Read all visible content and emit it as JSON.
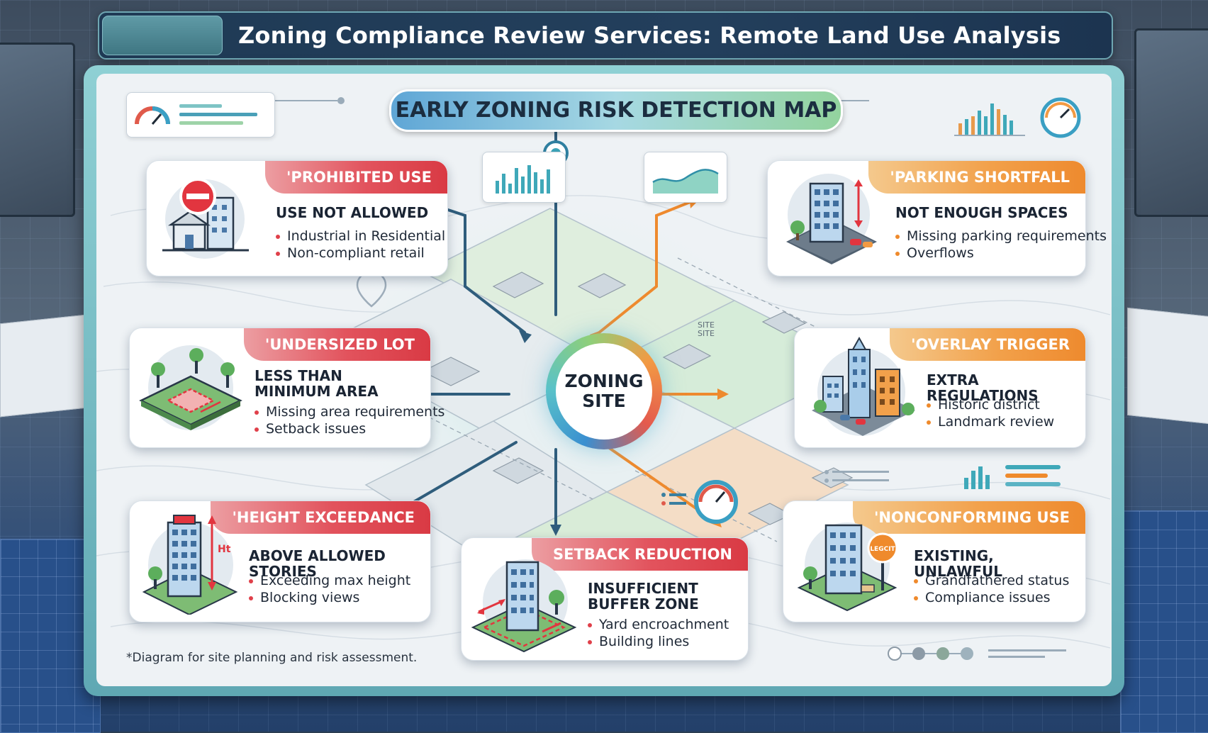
{
  "title": "Zoning Compliance Review Services: Remote Land Use Analysis",
  "map_title": "EARLY ZONING RISK DETECTION MAP",
  "hub": {
    "line1": "ZONING",
    "line2": "SITE"
  },
  "site_marks": [
    "SITE",
    "SITE"
  ],
  "cards": {
    "prohibited_use": {
      "tag": "'PROHIBITED USE",
      "heading": "USE NOT ALLOWED",
      "bullets": [
        "Industrial in Residential",
        "Non-compliant retail"
      ]
    },
    "parking_shortfall": {
      "tag": "'PARKING SHORTFALL",
      "heading": "NOT ENOUGH SPACES",
      "bullets": [
        "Missing parking requirements",
        "Overflows"
      ]
    },
    "undersized_lot": {
      "tag": "'UNDERSIZED LOT",
      "heading_line1": "LESS THAN",
      "heading_line2": "MINIMUM AREA",
      "bullets": [
        "Missing area requirements",
        "Setback issues"
      ]
    },
    "overlay_trigger": {
      "tag": "'OVERLAY TRIGGER",
      "heading": "EXTRA REGULATIONS",
      "bullets": [
        "Historic district",
        "Landmark review"
      ]
    },
    "height_exceedance": {
      "tag": "'HEIGHT EXCEEDANCE",
      "heading": "ABOVE ALLOWED STORIES",
      "illus_label": "Ht",
      "bullets": [
        "Exceeding max height",
        "Blocking views"
      ]
    },
    "setback_reduction": {
      "tag": "SETBACK REDUCTION",
      "heading_line1": "INSUFFICIENT",
      "heading_line2": "BUFFER ZONE",
      "bullets": [
        "Yard encroachment",
        "Building lines"
      ]
    },
    "nonconforming_use": {
      "tag": "'NONCONFORMING USE",
      "heading": "EXISTING, UNLAWFUL",
      "sign_label": "LEGCIT",
      "bullets": [
        "Grandfathered status",
        "Compliance issues"
      ]
    }
  },
  "footnote": "*Diagram for site planning and risk assessment.",
  "colors": {
    "red_tag": "#e2535d",
    "orange_tag": "#f2a14b",
    "arrow_blue": "#2f5d7c",
    "arrow_orange": "#ee8a2e",
    "title_bar": "#1f3a55"
  },
  "icons": [
    "gauge-icon",
    "bar-chart-icon",
    "area-chart-icon",
    "map-pin-icon",
    "no-entry-icon",
    "building-icon",
    "tree-icon"
  ]
}
